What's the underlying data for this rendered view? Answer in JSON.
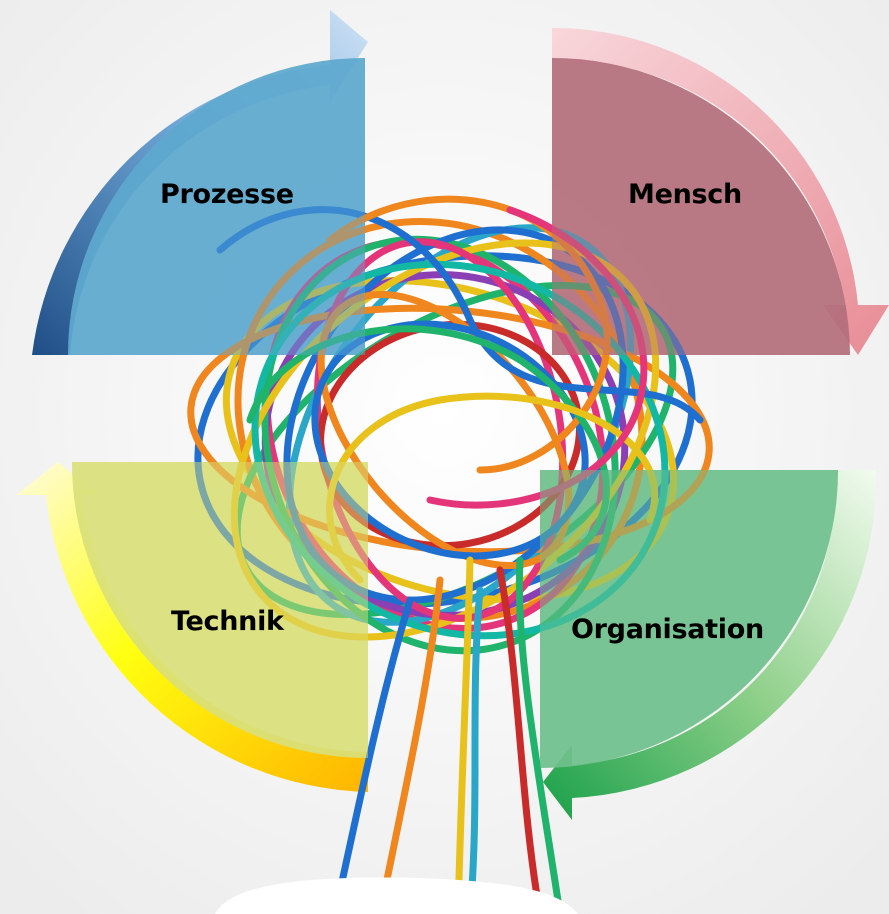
{
  "labels": {
    "prozesse": "Prozesse",
    "mensch": "Mensch",
    "technik": "Technik",
    "organisation": "Organisation"
  },
  "colors": {
    "prozesse": "#5ea8cf",
    "mensch": "#b46f7c",
    "technik": "#d9df7a",
    "organisation": "#6fbf8c",
    "background": "#f4f4f4"
  },
  "cable_colors": [
    "#1f6fd1",
    "#e8c21a",
    "#f0861e",
    "#1fb36b",
    "#e5357a",
    "#2aa6c9",
    "#8b3fb5",
    "#c92a2a",
    "#12b8a4"
  ]
}
